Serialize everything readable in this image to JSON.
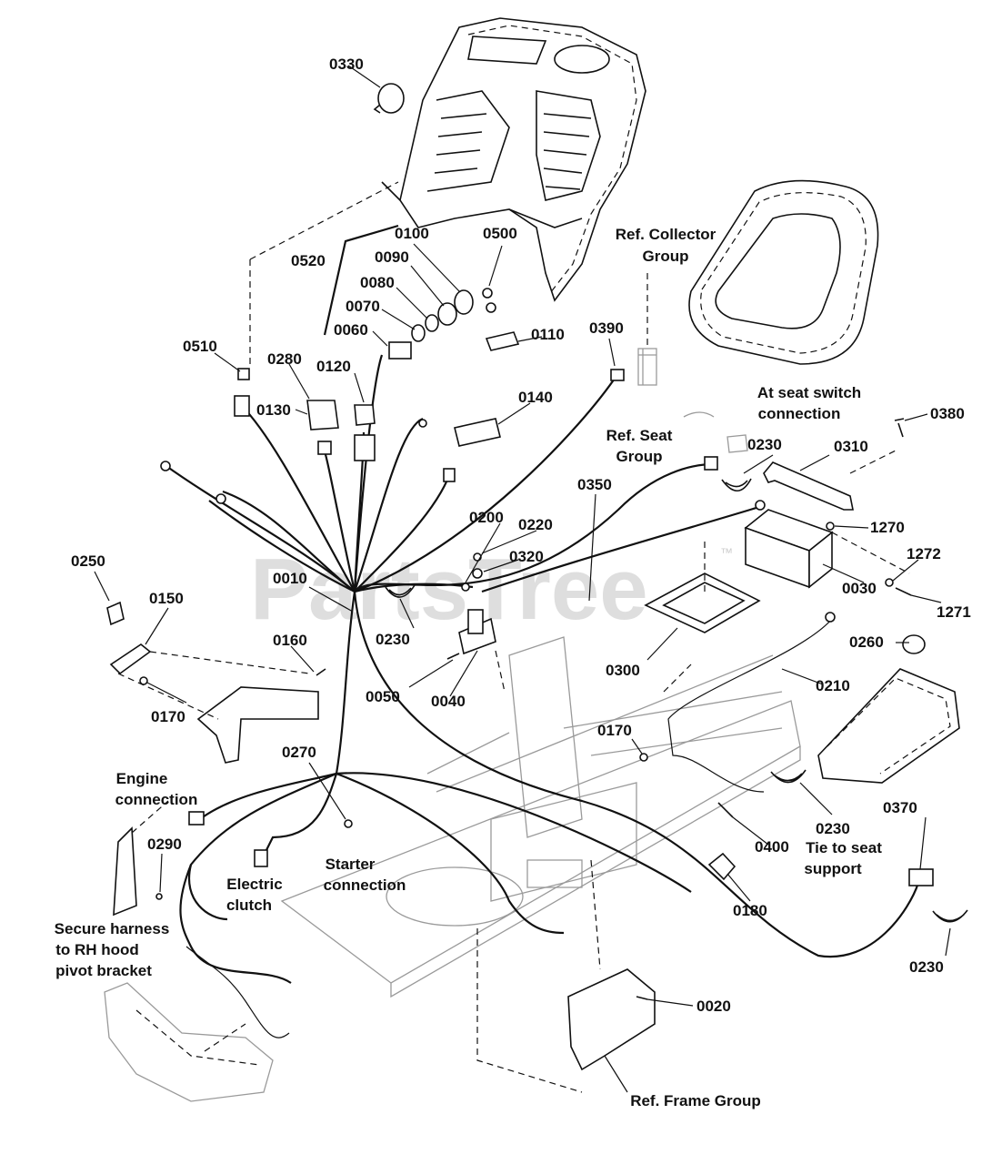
{
  "watermark": {
    "text": "PartsTree",
    "trademark": "™"
  },
  "part_labels": {
    "p0330": "0330",
    "p0520": "0520",
    "p0100": "0100",
    "p0090": "0090",
    "p0080": "0080",
    "p0070": "0070",
    "p0060": "0060",
    "p0500": "0500",
    "p0110": "0110",
    "p0390": "0390",
    "p0510": "0510",
    "p0280": "0280",
    "p0120": "0120",
    "p0130": "0130",
    "p0140": "0140",
    "p0380": "0380",
    "p0230_a": "0230",
    "p0310": "0310",
    "p0350": "0350",
    "p0200": "0200",
    "p0220": "0220",
    "p0320": "0320",
    "p1270": "1270",
    "p1272": "1272",
    "p1271": "1271",
    "p0030": "0030",
    "p0250": "0250",
    "p0150": "0150",
    "p0010": "0010",
    "p0230_b": "0230",
    "p0160": "0160",
    "p0050": "0050",
    "p0040": "0040",
    "p0300": "0300",
    "p0260": "0260",
    "p0210": "0210",
    "p0170_a": "0170",
    "p0170_b": "0170",
    "p0270": "0270",
    "p0290": "0290",
    "p0400": "0400",
    "p0230_c": "0230",
    "p0370": "0370",
    "p0180": "0180",
    "p0230_d": "0230",
    "p0020": "0020"
  },
  "callouts": {
    "ref_collector_1": "Ref. Collector",
    "ref_collector_2": "Group",
    "ref_seat_1": "Ref. Seat",
    "ref_seat_2": "Group",
    "seat_switch_1": "At seat switch",
    "seat_switch_2": "connection",
    "engine_1": "Engine",
    "engine_2": "connection",
    "starter_1": "Starter",
    "starter_2": "connection",
    "clutch_1": "Electric",
    "clutch_2": "clutch",
    "secure_1": "Secure harness",
    "secure_2": "to RH hood",
    "secure_3": "pivot bracket",
    "tie_1": "Tie to seat",
    "tie_2": "support",
    "ref_frame": "Ref. Frame Group"
  }
}
